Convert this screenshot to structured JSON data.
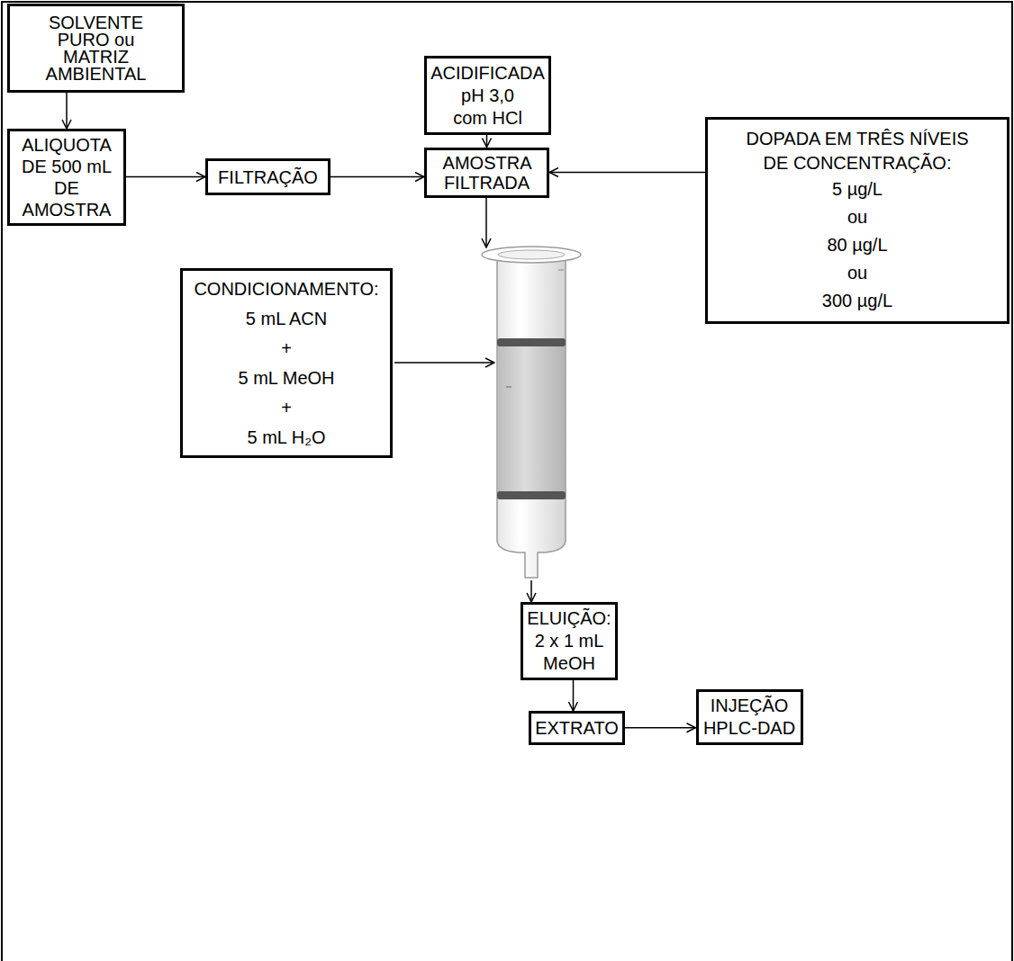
{
  "diagram": {
    "nodes": [
      {
        "text": [
          "SOLVENTE PURO ou MATRIZ AMBIENTAL"
        ]
      },
      {
        "text": [
          "ALIQUOTA DE 500 mL DE AMOSTRA"
        ]
      },
      {
        "text": [
          "ACIDIFICADA",
          "pH 3,0 com HCl"
        ]
      },
      {
        "text": [
          "DOPADA EM TRÊS NÍVEIS DE CONCENTRAÇÃO:",
          "5 µg/L",
          "ou",
          "80 µg/L",
          "ou",
          "300 µg/L"
        ]
      },
      {
        "text": [
          "FILTRAÇÃO"
        ]
      },
      {
        "text": [
          "AMOSTRA FILTRADA"
        ]
      },
      {
        "text": [
          "CONDICIONAMENTO:",
          "5 mL ACN",
          "+",
          "5 mL MeOH",
          "+",
          "5 mL H₂O"
        ]
      },
      {
        "text": [
          "ELUIÇÃO:",
          "2 x 1 mL MeOH"
        ]
      },
      {
        "text": [
          "EXTRATO"
        ]
      },
      {
        "text": [
          "INJEÇÃO HPLC-DAD"
        ]
      }
    ],
    "edges": [
      {
        "from": 0,
        "to": 1,
        "arrow": "to"
      },
      {
        "from": 1,
        "to": 4,
        "arrow": "to"
      },
      {
        "from": 4,
        "to": 5,
        "arrow": "to"
      },
      {
        "from": 2,
        "to": 5,
        "arrow": "to"
      },
      {
        "from": 3,
        "to": 5,
        "arrow": "to"
      },
      {
        "from": 7,
        "to": 8,
        "arrow": "to"
      },
      {
        "from": 8,
        "to": 9,
        "arrow": "to"
      }
    ]
  }
}
